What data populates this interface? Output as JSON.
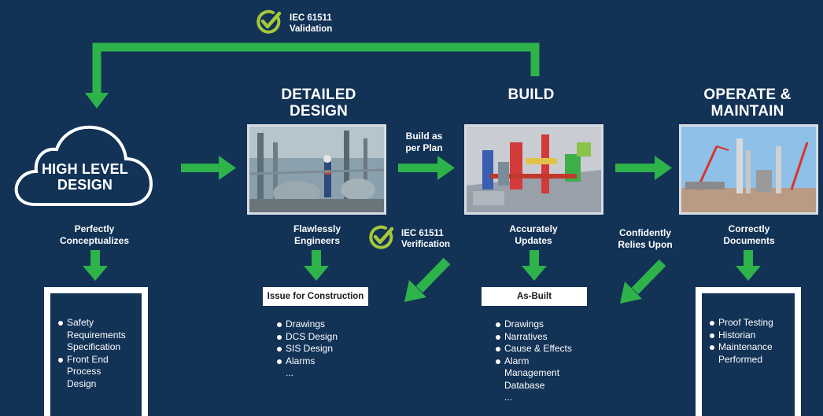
{
  "validation": {
    "label_line1": "IEC 61511",
    "label_line2": "Validation"
  },
  "verification": {
    "label_line1": "IEC 61511",
    "label_line2": "Verification"
  },
  "stages": {
    "high_level": {
      "title_line1": "HIGH LEVEL",
      "title_line2": "DESIGN",
      "caption_line1": "Perfectly",
      "caption_line2": "Conceptualizes"
    },
    "detailed": {
      "title_line1": "DETAILED",
      "title_line2": "DESIGN",
      "caption_line1": "Flawlessly",
      "caption_line2": "Engineers"
    },
    "build": {
      "title": "BUILD",
      "caption_line1": "Accurately",
      "caption_line2": "Updates"
    },
    "operate": {
      "title_line1": "OPERATE &",
      "title_line2": "MAINTAIN",
      "caption_line1": "Correctly",
      "caption_line2": "Documents"
    }
  },
  "connectors": {
    "build_as_plan_line1": "Build as",
    "build_as_plan_line2": "per Plan",
    "relies_line1": "Confidently",
    "relies_line2": "Relies Upon"
  },
  "documents": {
    "high_level": {
      "items": [
        "Safety",
        "Requirements",
        "Specification",
        "Front End",
        "Process",
        "Design"
      ]
    },
    "detailed": {
      "header": "Issue for Construction",
      "items": [
        "Drawings",
        "DCS Design",
        "SIS Design",
        "Alarms",
        "..."
      ]
    },
    "build": {
      "header": "As-Built",
      "items": [
        "Drawings",
        "Narratives",
        "Cause & Effects",
        "Alarm",
        "Management",
        "Database",
        "..."
      ]
    },
    "operate": {
      "items": [
        "Proof Testing",
        "Historian",
        "Maintenance",
        "Performed"
      ]
    }
  },
  "colors": {
    "background": "#123256",
    "arrow": "#2eb34a",
    "text": "#ffffff",
    "check": "#a6c83a"
  }
}
